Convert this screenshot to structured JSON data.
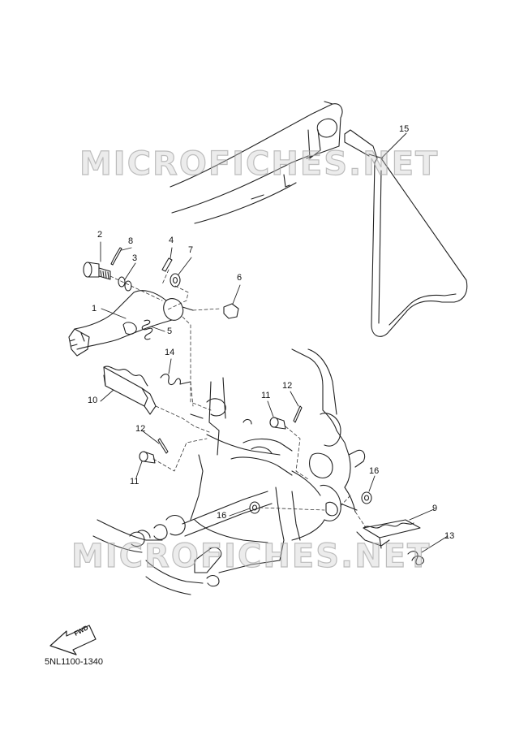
{
  "diagram": {
    "code": "5NL1100-1340",
    "fwd_label": "FWD",
    "watermark_top": "MICROFICHES.NET",
    "watermark_bottom": "MICROFICHES.NET",
    "labels": {
      "l1": "1",
      "l2": "2",
      "l3": "3",
      "l4": "4",
      "l5": "5",
      "l6": "6",
      "l7": "7",
      "l8": "8",
      "l9": "9",
      "l10": "10",
      "l11a": "11",
      "l11b": "11",
      "l12a": "12",
      "l12b": "12",
      "l13": "13",
      "l14": "14",
      "l15": "15",
      "l16a": "16",
      "l16b": "16"
    }
  }
}
